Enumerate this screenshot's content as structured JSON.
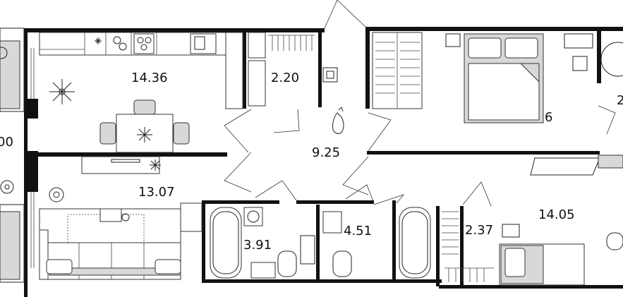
{
  "rooms": [
    {
      "id": "kitchen",
      "area": "14.36"
    },
    {
      "id": "storage",
      "area": "2.20"
    },
    {
      "id": "hall",
      "area": "9.25"
    },
    {
      "id": "living",
      "area": "13.07"
    },
    {
      "id": "bath-1",
      "area": "3.91"
    },
    {
      "id": "bath-2",
      "area": "4.51"
    },
    {
      "id": "closet",
      "area": "2.37"
    },
    {
      "id": "bedroom-2",
      "area": "14.05"
    },
    {
      "id": "bedroom-1",
      "area": "6"
    },
    {
      "id": "balcony-left",
      "area": "00"
    },
    {
      "id": "room-right-edge",
      "area": "2"
    }
  ]
}
